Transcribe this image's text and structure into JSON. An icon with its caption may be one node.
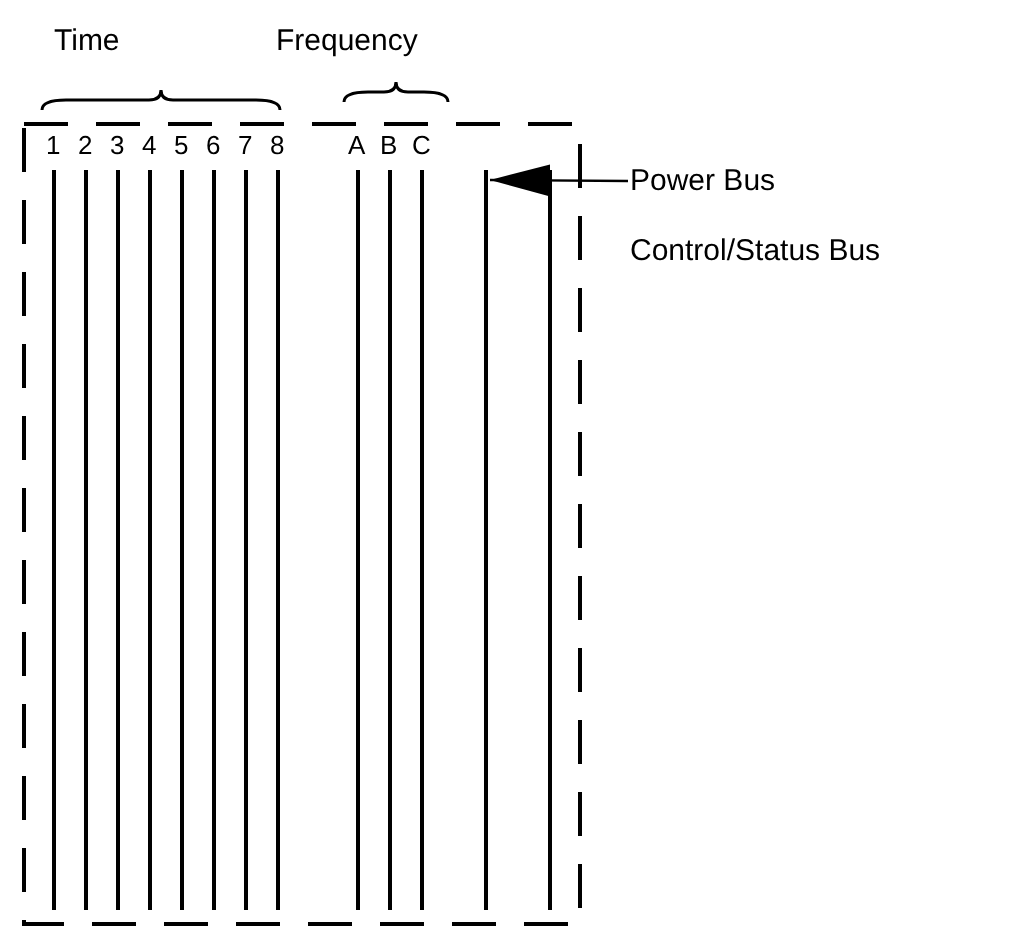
{
  "diagram": {
    "nodes": [
      {
        "text": [
          "Power Bus"
        ]
      },
      {
        "text": [],
        "shape": "bar"
      }
    ],
    "edges": [
      {
        "from": 0,
        "to": 1,
        "arrow": "to"
      }
    ],
    "labels": [
      "Time",
      "Frequency",
      "1",
      "2",
      "3",
      "4",
      "5",
      "6",
      "7",
      "8",
      "A",
      "B",
      "C",
      "Control/Status Bus"
    ]
  }
}
